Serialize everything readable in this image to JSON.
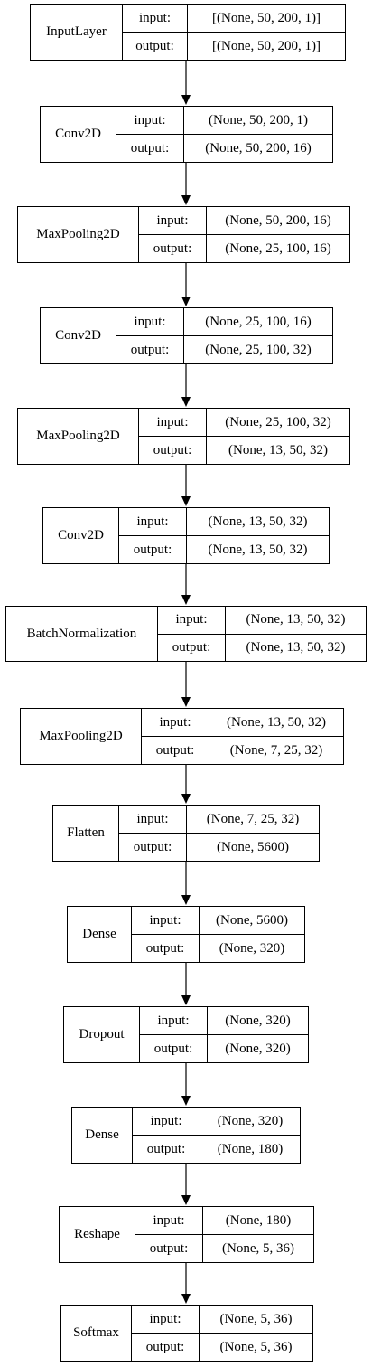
{
  "labels": {
    "input": "input:",
    "output": "output:"
  },
  "layers": [
    {
      "name": "InputLayer",
      "input": "[(None, 50, 200, 1)]",
      "output": "[(None, 50, 200, 1)]"
    },
    {
      "name": "Conv2D",
      "input": "(None, 50, 200, 1)",
      "output": "(None, 50, 200, 16)"
    },
    {
      "name": "MaxPooling2D",
      "input": "(None, 50, 200, 16)",
      "output": "(None, 25, 100, 16)"
    },
    {
      "name": "Conv2D",
      "input": "(None, 25, 100, 16)",
      "output": "(None, 25, 100, 32)"
    },
    {
      "name": "MaxPooling2D",
      "input": "(None, 25, 100, 32)",
      "output": "(None, 13, 50, 32)"
    },
    {
      "name": "Conv2D",
      "input": "(None, 13, 50, 32)",
      "output": "(None, 13, 50, 32)"
    },
    {
      "name": "BatchNormalization",
      "input": "(None, 13, 50, 32)",
      "output": "(None, 13, 50, 32)"
    },
    {
      "name": "MaxPooling2D",
      "input": "(None, 13, 50, 32)",
      "output": "(None, 7, 25, 32)"
    },
    {
      "name": "Flatten",
      "input": "(None, 7, 25, 32)",
      "output": "(None, 5600)"
    },
    {
      "name": "Dense",
      "input": "(None, 5600)",
      "output": "(None, 320)"
    },
    {
      "name": "Dropout",
      "input": "(None, 320)",
      "output": "(None, 320)"
    },
    {
      "name": "Dense",
      "input": "(None, 320)",
      "output": "(None, 180)"
    },
    {
      "name": "Reshape",
      "input": "(None, 180)",
      "output": "(None, 5, 36)"
    },
    {
      "name": "Softmax",
      "input": "(None, 5, 36)",
      "output": "(None, 5, 36)"
    }
  ]
}
